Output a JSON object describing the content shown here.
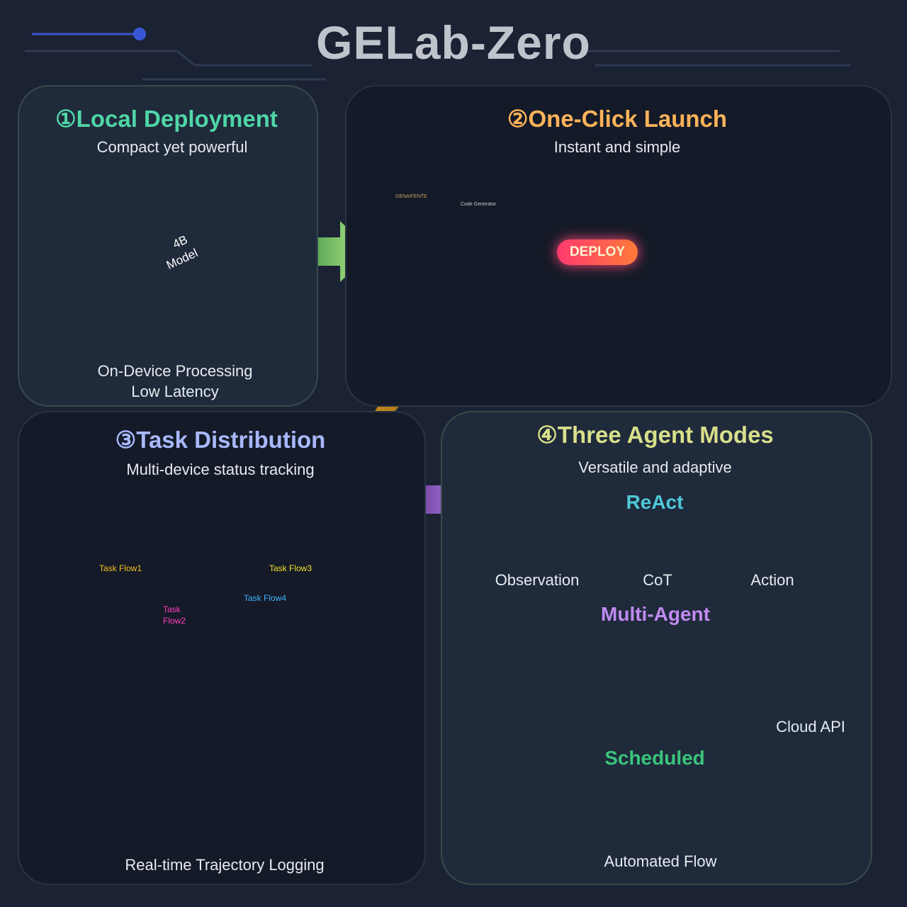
{
  "title": "GELab-Zero",
  "panels": {
    "local": {
      "heading": "①Local Deployment",
      "subtitle": "Compact yet powerful",
      "model_label_1": "4B",
      "model_label_2": "Model",
      "caption_1": "On-Device Processing",
      "caption_2": "Low Latency"
    },
    "launch": {
      "heading": "②One-Click Launch",
      "subtitle": "Instant and simple",
      "deploy_label": "DEPLOY",
      "editor_title": "Code Generator",
      "editor_tab": "GENAIFENTE"
    },
    "task": {
      "heading": "③Task Distribution",
      "subtitle": "Multi-device status tracking",
      "flows": [
        "Task Flow1",
        "Task Flow3",
        "Task Flow4"
      ],
      "flow2_line1": "Task",
      "flow2_line2": "Flow2",
      "caption": "Real-time Trajectory Logging"
    },
    "agents": {
      "heading": "④Three Agent Modes",
      "subtitle": "Versatile and adaptive",
      "react": {
        "title": "ReAct",
        "steps": [
          "Observation",
          "CoT",
          "Action"
        ]
      },
      "multi": {
        "title": "Multi-Agent",
        "caption": "Cloud API"
      },
      "scheduled": {
        "title": "Scheduled",
        "caption": "Automated Flow"
      }
    }
  },
  "colors": {
    "local_heading": "#4fd6a6",
    "launch_heading": "#ffb35a",
    "task_heading": "#a9b8ff",
    "agents_heading": "#d8df8a",
    "react": "#4fc8d8",
    "multi": "#c08af0",
    "scheduled": "#3bc47a"
  }
}
